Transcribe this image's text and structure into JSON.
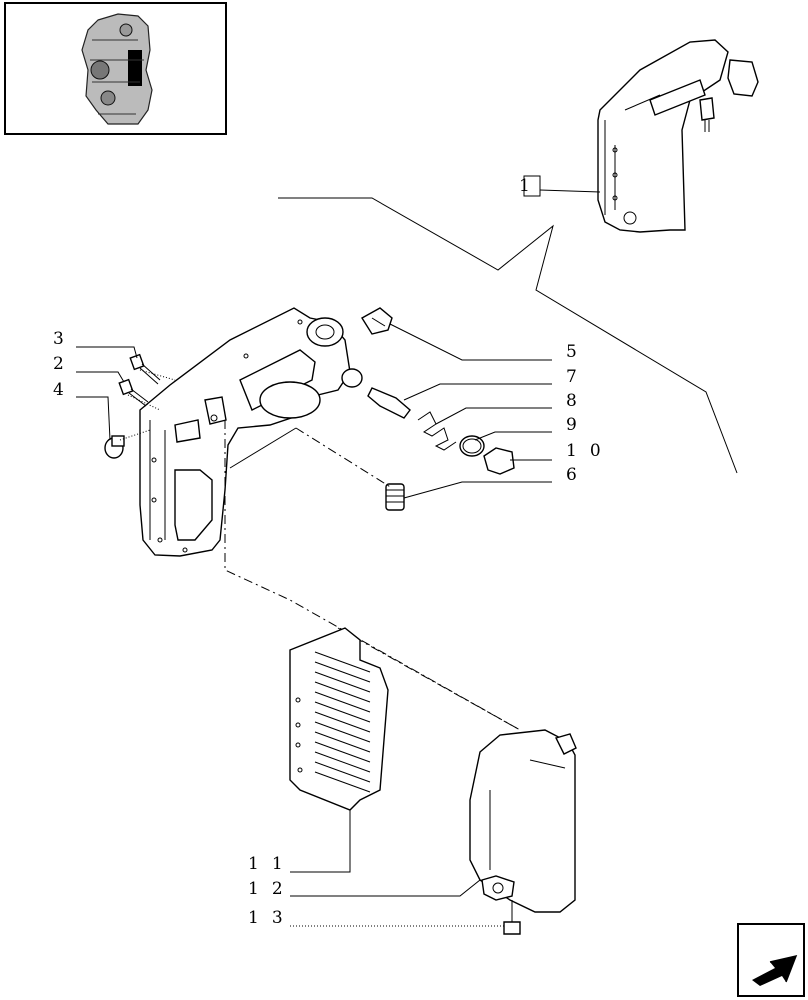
{
  "callouts": [
    {
      "id": "ref",
      "text": "1"
    },
    {
      "id": "c3",
      "text": "3"
    },
    {
      "id": "c2",
      "text": "2"
    },
    {
      "id": "c4",
      "text": "4"
    },
    {
      "id": "c5",
      "text": "5"
    },
    {
      "id": "c7",
      "text": "7"
    },
    {
      "id": "c8",
      "text": "8"
    },
    {
      "id": "c9",
      "text": "9"
    },
    {
      "id": "c10",
      "text": "10"
    },
    {
      "id": "c6",
      "text": "6"
    },
    {
      "id": "c11",
      "text": "11"
    },
    {
      "id": "c12",
      "text": "12"
    },
    {
      "id": "c13",
      "text": "13"
    }
  ],
  "icons": {
    "thumbnail": "engine-thumbnail-icon",
    "navigation": "arrow-back-icon"
  },
  "colors": {
    "line": "#000000",
    "background": "#ffffff"
  }
}
